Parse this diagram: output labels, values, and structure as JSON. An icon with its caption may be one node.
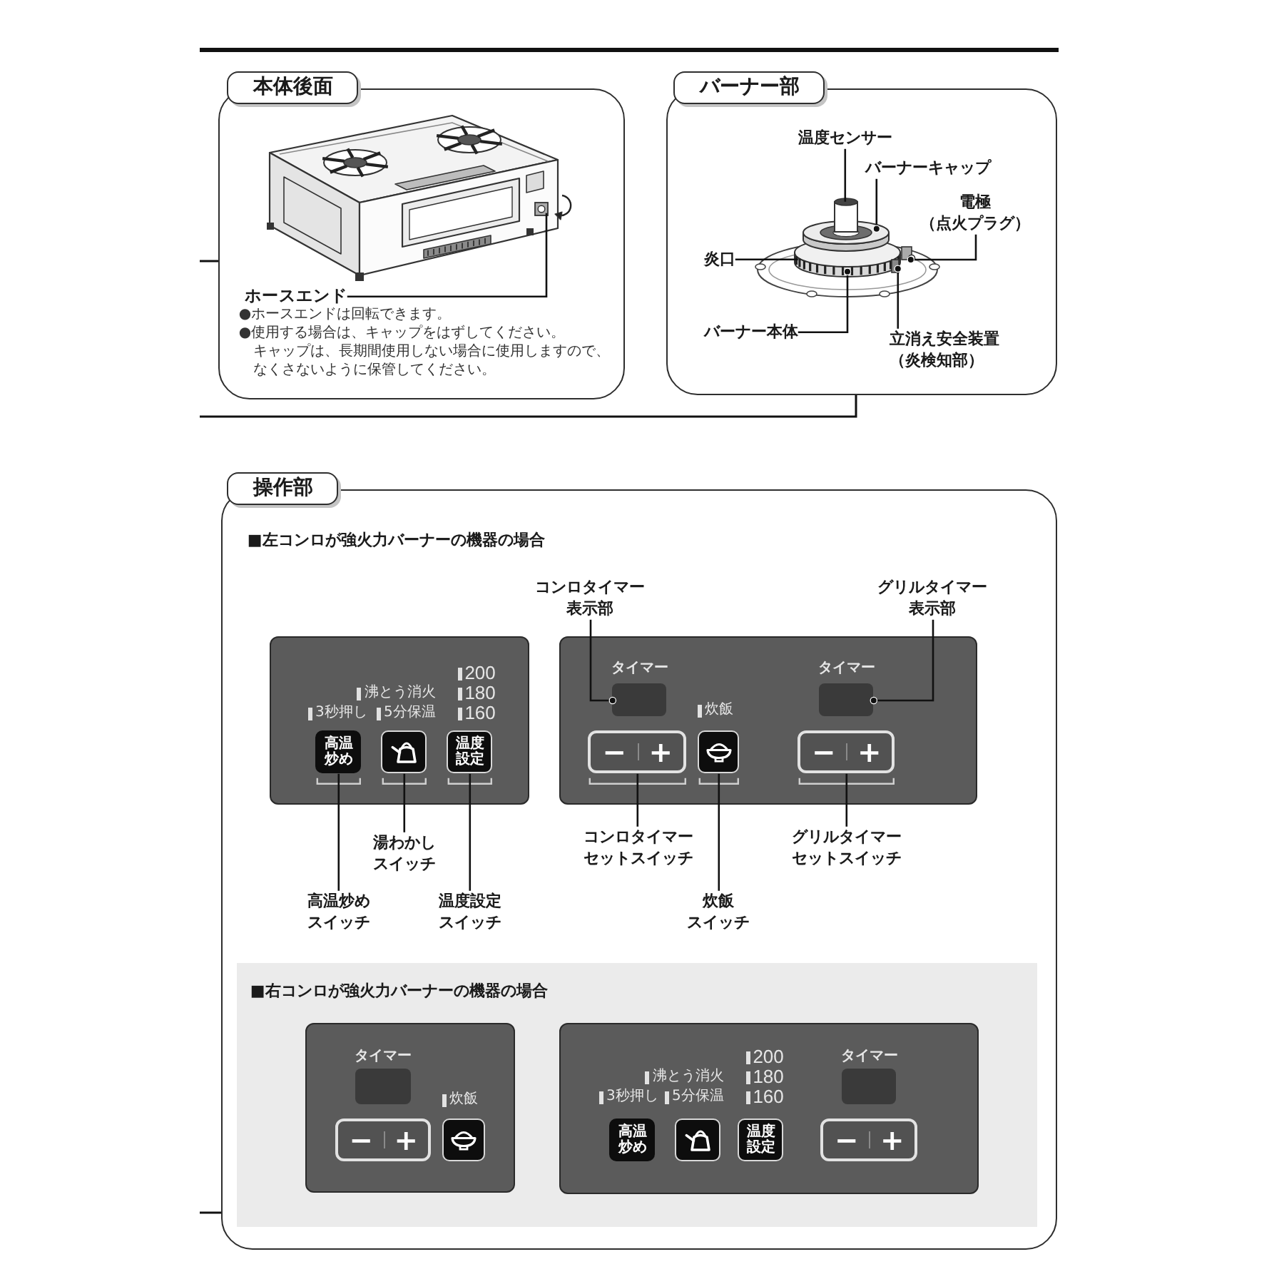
{
  "diagram": {
    "nodes": [
      {
        "text": [
          "本体後面"
        ]
      },
      {
        "text": [],
        "shape": "picture",
        "in": 0
      },
      {
        "text": [
          "ホースエンド"
        ],
        "beside": [
          "●ホースエンドは回転できます。",
          "●使用する場合は、キャップをはずしてください。キャップは、長期間使用しない場合に使用しますので、なくさないように保管してください。"
        ],
        "in": 0
      },
      {
        "text": [
          "バーナー部"
        ]
      },
      {
        "text": [],
        "shape": "picture",
        "in": 3
      },
      {
        "text": [
          "温度センサー"
        ],
        "in": 3
      },
      {
        "text": [
          "バーナーキャップ"
        ],
        "in": 3
      },
      {
        "text": [
          "電極（点火プラグ）"
        ],
        "in": 3
      },
      {
        "text": [
          "炎口"
        ],
        "in": 3
      },
      {
        "text": [
          "バーナー本体"
        ],
        "in": 3
      },
      {
        "text": [
          "立消え安全装置（炎検知部）"
        ],
        "in": 3
      },
      {
        "text": [
          "操作部",
          "■左コンロが強火力バーナーの機器の場合"
        ]
      },
      {
        "text": [
          "コンロタイマー表示部"
        ],
        "in": 11
      },
      {
        "text": [
          "グリルタイマー表示部"
        ],
        "in": 11
      },
      {
        "text": [
          "200",
          "沸とう消火",
          "180",
          "3秒押し",
          "5分保温",
          "160"
        ],
        "in": 11
      },
      {
        "text": [
          "高温炒め"
        ],
        "in": 14
      },
      {
        "text": [],
        "shape": "box",
        "in": 14
      },
      {
        "text": [
          "温度設定"
        ],
        "in": 14
      },
      {
        "text": [
          "タイマー",
          "タイマー",
          "炊飯"
        ],
        "in": 11
      },
      {
        "text": [],
        "shape": "box",
        "in": 18
      },
      {
        "text": [
          "−",
          "+"
        ],
        "in": 18
      },
      {
        "text": [],
        "shape": "box",
        "in": 18
      },
      {
        "text": [],
        "shape": "box",
        "in": 18
      },
      {
        "text": [
          "−",
          "+"
        ],
        "in": 18
      },
      {
        "text": [
          "湯わかしスイッチ"
        ],
        "in": 11
      },
      {
        "text": [
          "コンロタイマーセットスイッチ"
        ],
        "in": 11
      },
      {
        "text": [
          "グリルタイマーセットスイッチ"
        ],
        "in": 11
      },
      {
        "text": [
          "高温炒めスイッチ"
        ],
        "in": 11
      },
      {
        "text": [
          "温度設定スイッチ"
        ],
        "in": 11
      },
      {
        "text": [
          "炊飯スイッチ"
        ],
        "in": 11
      },
      {
        "text": [
          "■右コンロが強火力バーナーの機器の場合"
        ],
        "in": 11
      },
      {
        "text": [
          "タイマー",
          "炊飯"
        ],
        "in": 30
      },
      {
        "text": [],
        "shape": "box",
        "in": 31
      },
      {
        "text": [
          "−",
          "+"
        ],
        "in": 31
      },
      {
        "text": [],
        "shape": "box",
        "in": 31
      },
      {
        "text": [
          "200",
          "タイマー",
          "沸とう消火",
          "180",
          "3秒押し",
          "5分保温",
          "160"
        ],
        "in": 30
      },
      {
        "text": [
          "高温炒め"
        ],
        "in": 35
      },
      {
        "text": [],
        "shape": "box",
        "in": 35
      },
      {
        "text": [
          "温度設定"
        ],
        "in": 35
      },
      {
        "text": [],
        "shape": "box",
        "in": 35
      },
      {
        "text": [
          "−",
          "+"
        ],
        "in": 35
      }
    ],
    "edges": [
      {
        "from": 0,
        "to": null,
        "arrow": "none"
      },
      {
        "from": 3,
        "to": null,
        "arrow": "none"
      },
      {
        "from": 11,
        "to": null,
        "arrow": "none"
      },
      {
        "from": 2,
        "to": 1,
        "arrow": "none"
      },
      {
        "from": 5,
        "to": 4,
        "arrow": "none"
      },
      {
        "from": 6,
        "to": 4,
        "arrow": "other"
      },
      {
        "from": 7,
        "to": 4,
        "arrow": "other"
      },
      {
        "from": 8,
        "to": 4,
        "arrow": "none"
      },
      {
        "from": 9,
        "to": 4,
        "arrow": "other"
      },
      {
        "from": 10,
        "to": 4,
        "arrow": "other"
      },
      {
        "from": 12,
        "to": 19,
        "arrow": "other"
      },
      {
        "from": 13,
        "to": 22,
        "arrow": "other"
      },
      {
        "from": 24,
        "to": 16,
        "arrow": "none"
      },
      {
        "from": 25,
        "to": 20,
        "arrow": "none"
      },
      {
        "from": 26,
        "to": 23,
        "arrow": "none"
      },
      {
        "from": 27,
        "to": 15,
        "arrow": "none"
      },
      {
        "from": 28,
        "to": 17,
        "arrow": "none"
      },
      {
        "from": 29,
        "to": 21,
        "arrow": "none"
      }
    ]
  }
}
